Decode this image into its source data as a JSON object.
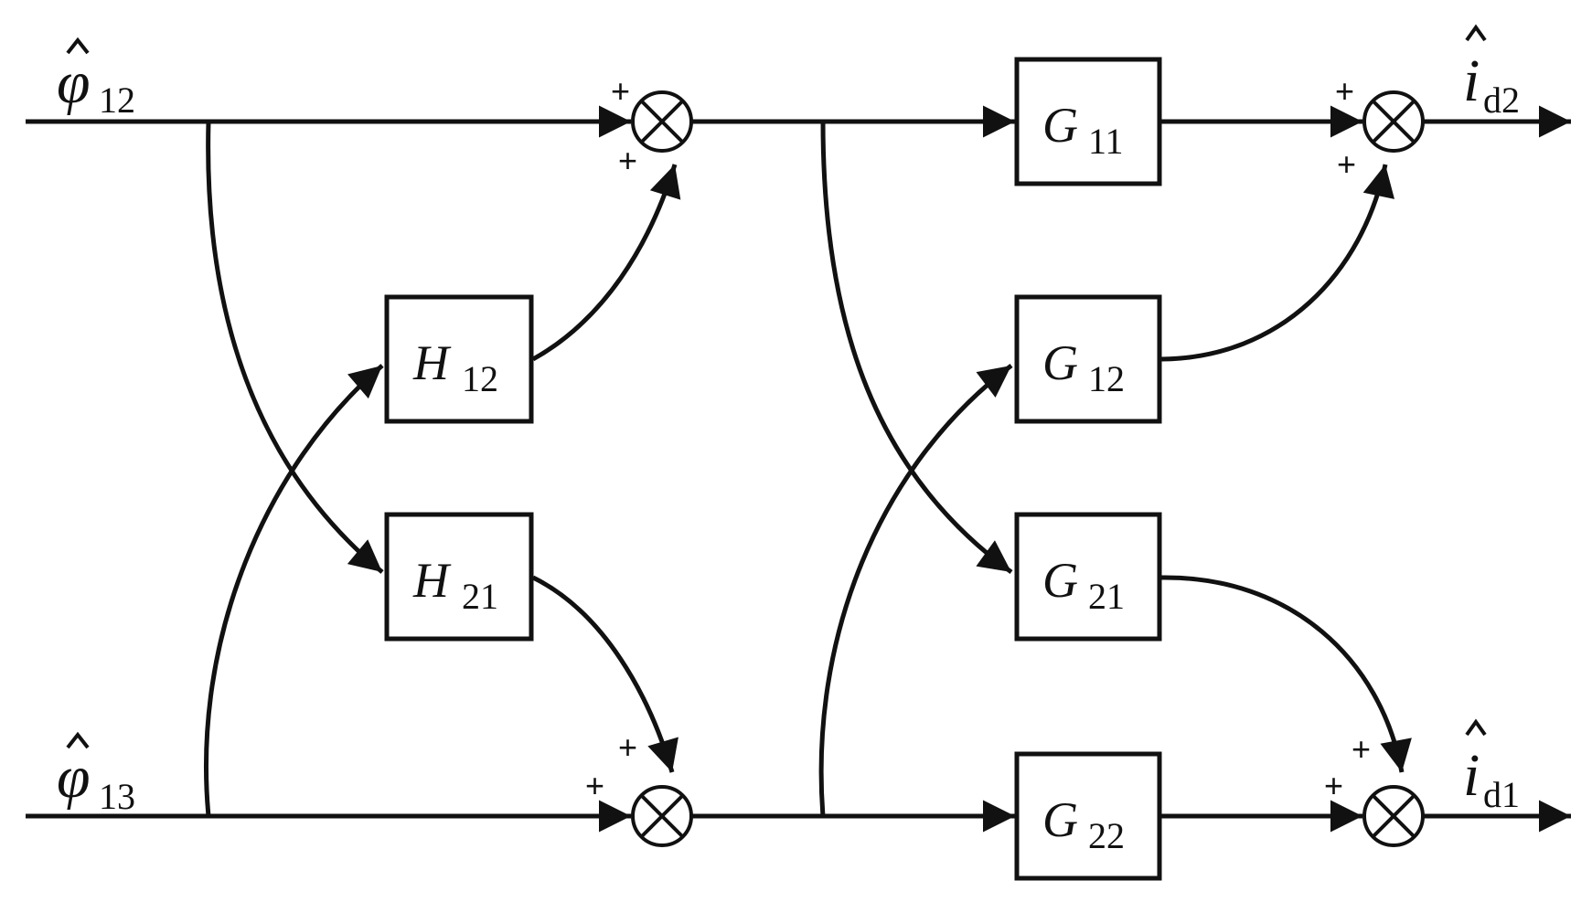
{
  "inputs": {
    "phi12": {
      "symbol": "φ",
      "sub": "12"
    },
    "phi13": {
      "symbol": "φ",
      "sub": "13"
    }
  },
  "outputs": {
    "id2": {
      "symbol": "i",
      "sub": "d2"
    },
    "id1": {
      "symbol": "i",
      "sub": "d1"
    }
  },
  "blocks": {
    "H12": {
      "symbol": "H",
      "sub": "12"
    },
    "H21": {
      "symbol": "H",
      "sub": "21"
    },
    "G11": {
      "symbol": "G",
      "sub": "11"
    },
    "G12": {
      "symbol": "G",
      "sub": "12"
    },
    "G21": {
      "symbol": "G",
      "sub": "21"
    },
    "G22": {
      "symbol": "G",
      "sub": "22"
    }
  },
  "signs": {
    "plus": "+"
  }
}
